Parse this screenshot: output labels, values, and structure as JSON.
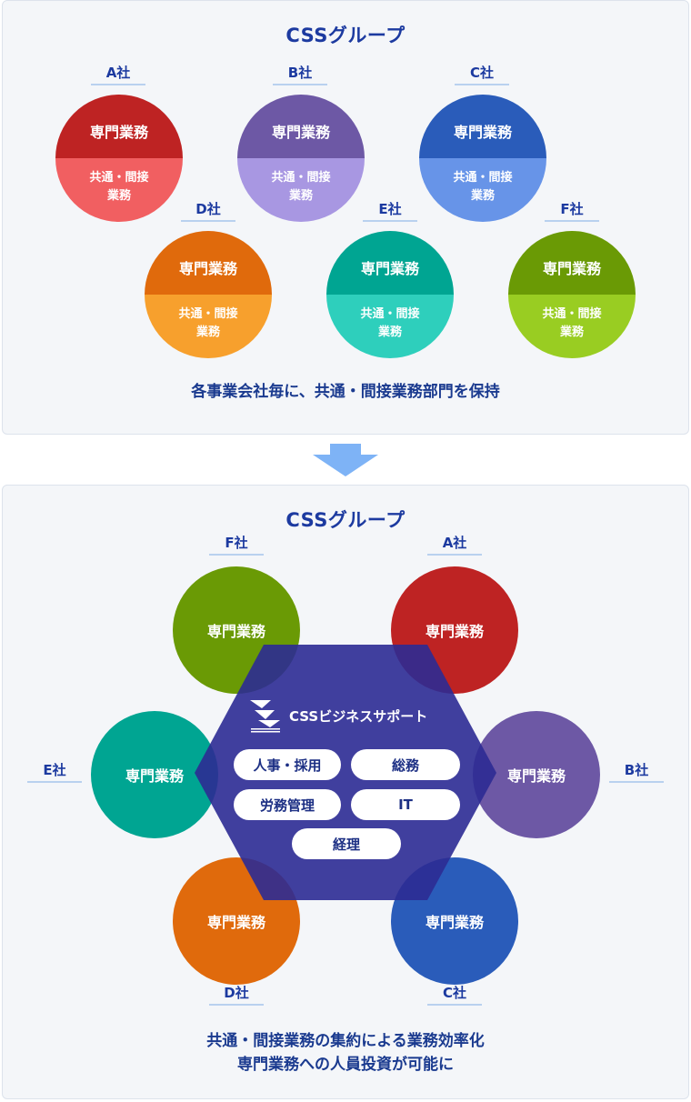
{
  "colors": {
    "A": {
      "top": "#be2323",
      "bottom": "#f15f61"
    },
    "B": {
      "top": "#6d58a5",
      "bottom": "#a897e2"
    },
    "C": {
      "top": "#2a5cba",
      "bottom": "#6794e8"
    },
    "D": {
      "top": "#e06a0c",
      "bottom": "#f7a02d"
    },
    "E": {
      "top": "#00a592",
      "bottom": "#2ecfbc"
    },
    "F": {
      "top": "#6a9a05",
      "bottom": "#99cd22"
    },
    "hexagon": "#2c2b94",
    "accent": "#1c3aa0"
  },
  "top_panel": {
    "title": "CSSグループ",
    "companies": [
      {
        "label": "A社",
        "upper": "専門業務",
        "lower": "共通・間接\n業務"
      },
      {
        "label": "B社",
        "upper": "専門業務",
        "lower": "共通・間接\n業務"
      },
      {
        "label": "C社",
        "upper": "専門業務",
        "lower": "共通・間接\n業務"
      },
      {
        "label": "D社",
        "upper": "専門業務",
        "lower": "共通・間接\n業務"
      },
      {
        "label": "E社",
        "upper": "専門業務",
        "lower": "共通・間接\n業務"
      },
      {
        "label": "F社",
        "upper": "専門業務",
        "lower": "共通・間接\n業務"
      }
    ],
    "caption": "各事業会社毎に、共通・間接業務部門を保持"
  },
  "bottom_panel": {
    "title": "CSSグループ",
    "companies": [
      {
        "label": "F社",
        "text": "専門業務"
      },
      {
        "label": "A社",
        "text": "専門業務"
      },
      {
        "label": "E社",
        "text": "専門業務"
      },
      {
        "label": "B社",
        "text": "専門業務"
      },
      {
        "label": "D社",
        "text": "専門業務"
      },
      {
        "label": "C社",
        "text": "専門業務"
      }
    ],
    "center": {
      "brand": "CSSビジネスサポート",
      "logo_icon": "css-logo-icon",
      "services": [
        "人事・採用",
        "総務",
        "労務管理",
        "IT",
        "経理"
      ]
    },
    "caption_line1": "共通・間接業務の集約による業務効率化",
    "caption_line2": "専門業務への人員投資が可能に"
  }
}
